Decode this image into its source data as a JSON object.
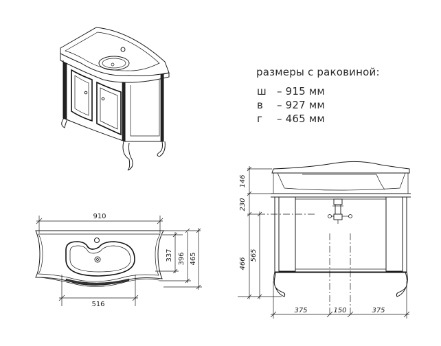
{
  "specs": {
    "title": "размеры с раковиной:",
    "rows": [
      {
        "key": "ш",
        "value": "– 915 мм"
      },
      {
        "key": "в",
        "value": "– 927 мм"
      },
      {
        "key": "г",
        "value": "– 465 мм"
      }
    ]
  },
  "top_view": {
    "width_label": "910",
    "depth_labels": [
      "337",
      "396",
      "465"
    ],
    "bottom_label": "516"
  },
  "front_view": {
    "vertical_labels": [
      "146",
      "230",
      "565",
      "466"
    ],
    "bottom_labels": [
      "375",
      "150",
      "375"
    ]
  }
}
